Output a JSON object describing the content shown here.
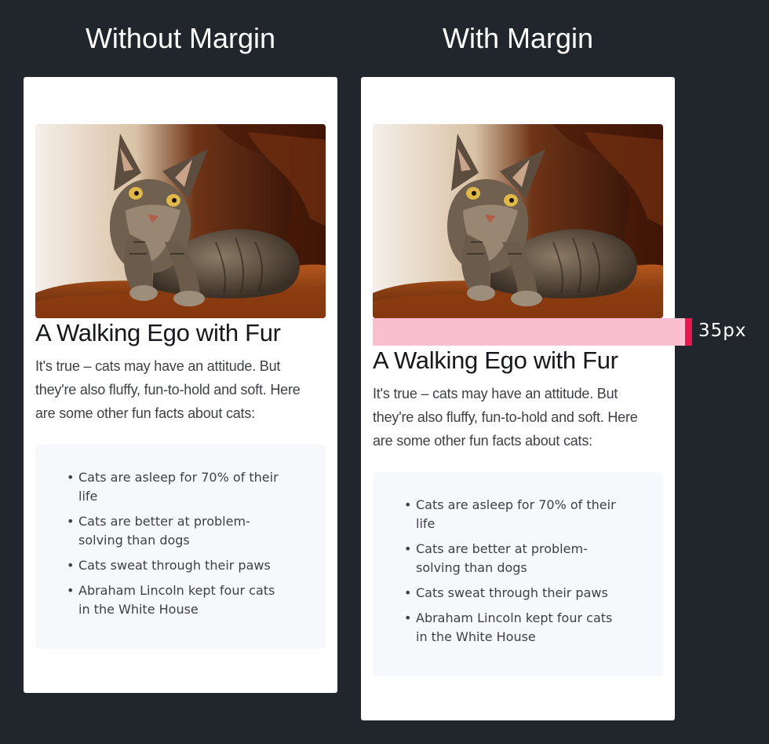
{
  "columns": {
    "left_title": "Without Margin",
    "right_title": "With Margin"
  },
  "card": {
    "image_icon": "cat-photo",
    "heading": "A Walking Ego with Fur",
    "body": "It's true – cats may have an attitude. But they're also fluffy, fun-to-hold and soft. Here are some other fun facts about cats:",
    "facts": [
      "Cats are asleep for 70% of their life",
      "Cats are better at problem-solving than dogs",
      "Cats sweat through their paws",
      "Abraham Lincoln kept four cats in the White House"
    ]
  },
  "annotation": {
    "margin_label": "35px",
    "band_color": "#f9bfcf",
    "marker_color": "#e8174f"
  },
  "colors": {
    "background": "#21252c",
    "card": "#ffffff",
    "facts_box": "#f7f8fb"
  }
}
